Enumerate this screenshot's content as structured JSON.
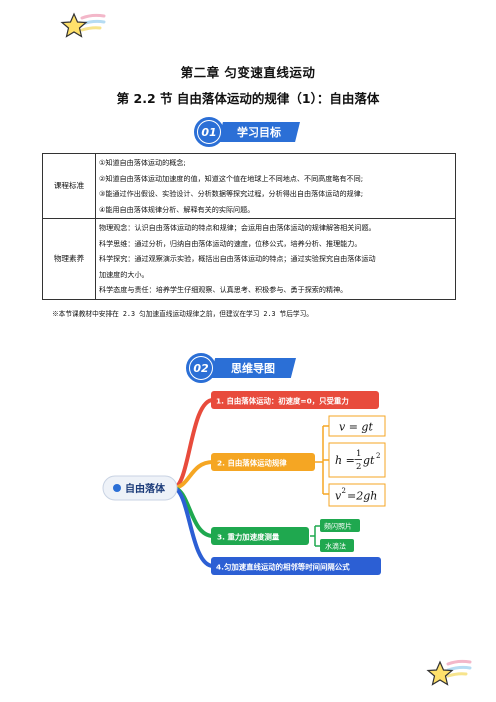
{
  "header": {
    "chapter": "第二章  匀变速直线运动",
    "section": "第 2.2 节  自由落体运动的规律（1）：自由落体"
  },
  "section1": {
    "num": "01",
    "label": "学习目标"
  },
  "section2": {
    "num": "02",
    "label": "思维导图"
  },
  "goals": {
    "rows": [
      {
        "header": "课程标准",
        "lines": [
          "①知道自由落体运动的概念;",
          "②知道自由落体运动加速度的值，知道这个值在地球上不同地点、不同高度略有不同;",
          "③能通过作出假设、实验设计、分析数据等探究过程，分析得出自由落体运动的规律;",
          "④能用自由落体规律分析、解释有关的实际问题。"
        ]
      },
      {
        "header": "物理素养",
        "lines": [
          "物理观念：认识自由落体运动的特点和规律；会运用自由落体运动的规律解答相关问题。",
          "科学思维：通过分析，归纳自由落体运动的速度，位移公式，培养分析、推理能力。",
          "科学探究：通过观察演示实验，概括出自由落体运动的特点；通过实验探究自由落体运动",
          "加速度的大小。",
          "科学态度与责任：培养学生仔细观察、认真思考、积极参与、勇于探索的精神。"
        ]
      }
    ]
  },
  "note": "※本节课教材中安排在 2.3 匀加速直线运动规律之前，但建议在学习 2.3 节后学习。",
  "mindmap": {
    "root": "自由落体",
    "b1": "1. 自由落体运动：初速度=0，只受重力",
    "b2": "2. 自由落体运动规律",
    "f1": "v = gt",
    "f2a": "h =",
    "f2n": "1",
    "f2d": "2",
    "f2b": "gt",
    "f2e": "2",
    "f3a": "v",
    "f3e": "2",
    "f3b": "=2gh",
    "b3": "3. 重力加速度测量",
    "m1": "频闪照片",
    "m2": "水滴法",
    "b4": "4.匀加速直线运动的相邻等时间间隔公式"
  },
  "colors": {
    "blue": "#2b6fd6",
    "red": "#e84b3c",
    "orange": "#f5a623",
    "green": "#1fa84f",
    "navy": "#2c5fd4"
  }
}
